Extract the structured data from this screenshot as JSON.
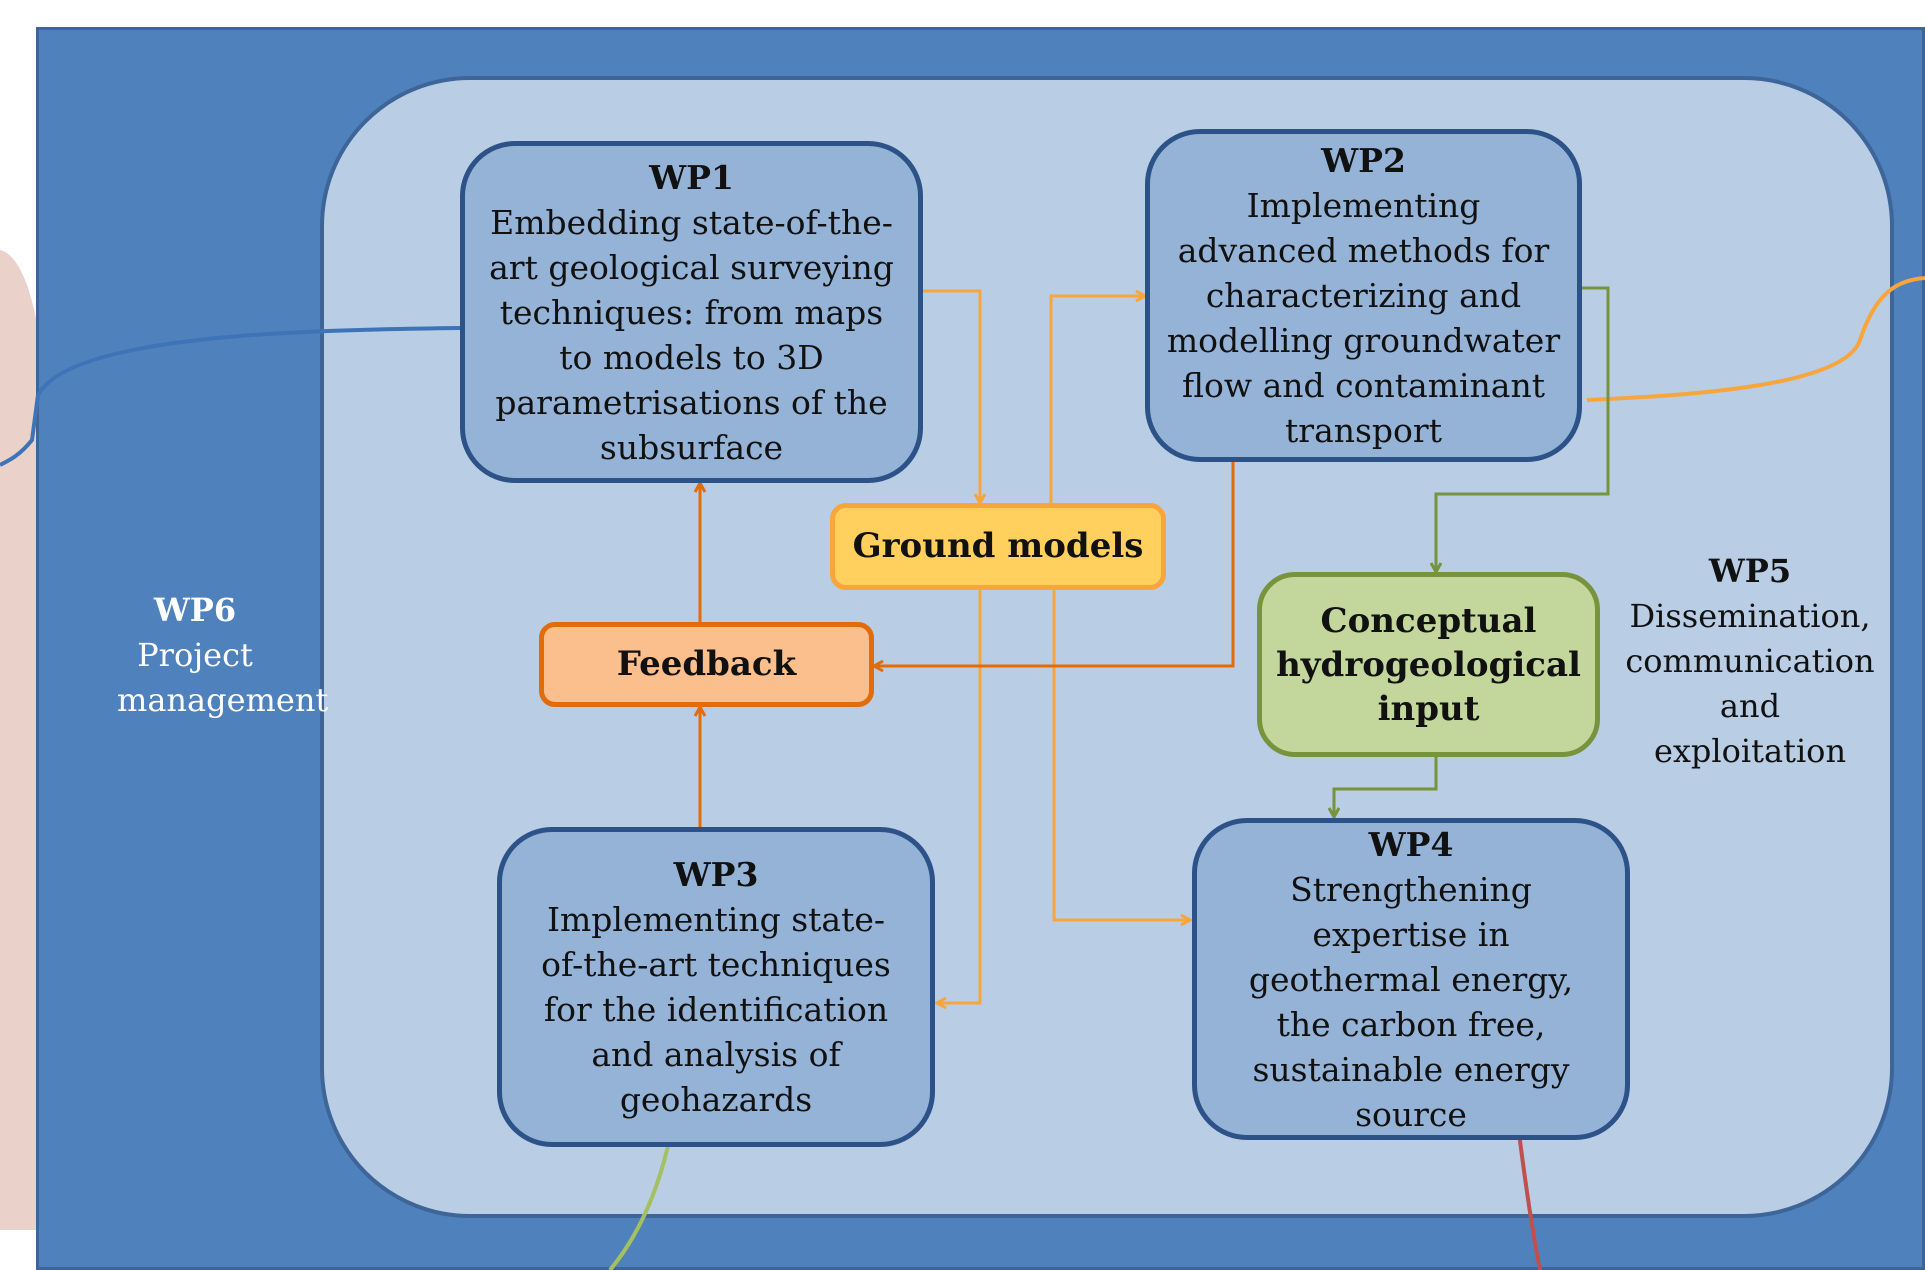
{
  "wp1": {
    "title": "WP1",
    "body": "Embedding state-of-the-art geological surveying techniques: from maps to models to 3D parametrisations of the subsurface"
  },
  "wp2": {
    "title": "WP2",
    "body": "Implementing advanced methods for characterizing and modelling groundwater flow and contaminant transport"
  },
  "wp3": {
    "title": "WP3",
    "body": "Implementing state-of-the-art techniques for the identification and analysis of geohazards"
  },
  "wp4": {
    "title": "WP4",
    "body": "Strengthening expertise in geothermal energy, the carbon free, sustainable energy source"
  },
  "wp5": {
    "title": "WP5",
    "body": "Dissemination, communication and exploitation"
  },
  "wp6": {
    "title": "WP6",
    "body": "Project management"
  },
  "ground_models": "Ground models",
  "feedback": "Feedback",
  "conceptual": "Conceptual hydrogeological input",
  "colors": {
    "outer_fill": "#4f81bd",
    "inner_fill": "#b9cde5",
    "wp_box_fill": "#95b3d7",
    "wp_box_border": "#2c5287",
    "ground_models_fill": "#ffd05e",
    "feedback_fill": "#fbbf8d",
    "conceptual_fill": "#c3d69b",
    "arrow_light_orange": "#f8a53c",
    "arrow_dark_orange": "#e36c0a",
    "arrow_green": "#77933c"
  }
}
